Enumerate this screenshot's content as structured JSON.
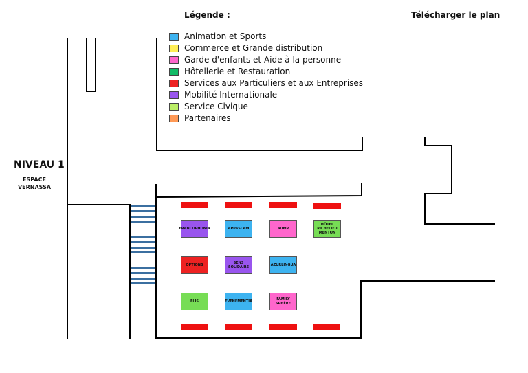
{
  "header": {
    "legend_title": "Légende :",
    "download_label": "Télécharger le plan"
  },
  "legend": [
    {
      "label": "Animation et Sports",
      "color": "#3db3f0"
    },
    {
      "label": "Commerce et Grande distribution",
      "color": "#ffee55"
    },
    {
      "label": "Garde d'enfants et Aide à la personne",
      "color": "#ff66cc"
    },
    {
      "label": "Hôtellerie et Restauration",
      "color": "#11bb66"
    },
    {
      "label": "Services aux Particuliers et aux Entreprises",
      "color": "#ee2222"
    },
    {
      "label": "Mobilité Internationale",
      "color": "#9955ee"
    },
    {
      "label": "Service Civique",
      "color": "#bbee66"
    },
    {
      "label": "Partenaires",
      "color": "#ff9955"
    }
  ],
  "level": {
    "name": "NIVEAU 1",
    "space_line1": "ESPACE",
    "space_line2": "VERNASSA"
  },
  "stands": [
    {
      "label": "FRANCOPHONIA",
      "color": "#9955ee"
    },
    {
      "label": "APPASCAM",
      "color": "#3db3f0"
    },
    {
      "label": "ADMR",
      "color": "#ff66cc"
    },
    {
      "label": "HÔTEL RICHELIEU MENTON",
      "color": "#77dd55"
    },
    {
      "label": "OPTIONS",
      "color": "#ee2222"
    },
    {
      "label": "SENS SOLIDAIRE",
      "color": "#9955ee"
    },
    {
      "label": "AZURLINGUA",
      "color": "#3db3f0"
    },
    {
      "label": "ELIS",
      "color": "#77dd55"
    },
    {
      "label": "ÉVÈNEMENTIA",
      "color": "#3db3f0"
    },
    {
      "label": "FAMILY SPHÈRE",
      "color": "#ff66cc"
    }
  ],
  "colors": {
    "table": "#ee1111",
    "stairs": "#3b6fa0",
    "walls": "#000000"
  }
}
